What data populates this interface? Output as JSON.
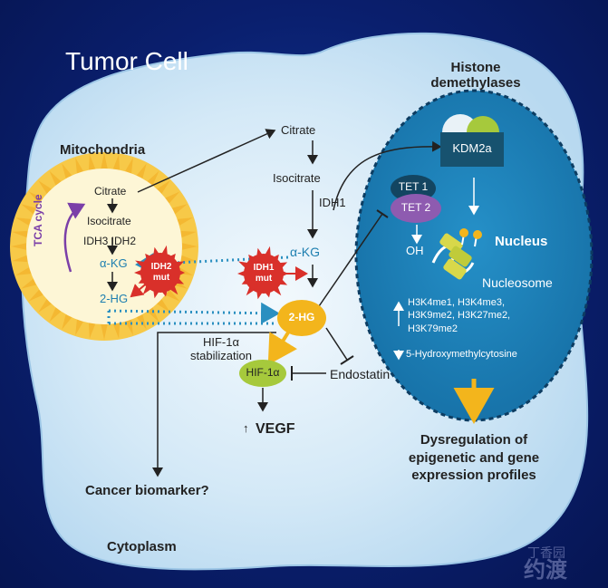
{
  "title": "Tumor Cell",
  "mitochondria": {
    "label": "Mitochondria",
    "tca_cycle": "TCA cycle",
    "citrate": "Citrate",
    "isocitrate": "Isocitrate",
    "enzymes": "IDH3 IDH2",
    "akg": "α-KG",
    "twohg": "2-HG",
    "mutant": {
      "line1": "IDH2",
      "line2": "mut"
    }
  },
  "cytoplasm": {
    "label": "Cytoplasm",
    "citrate": "Citrate",
    "isocitrate": "Isocitrate",
    "idh1": "IDH1",
    "akg": "α-KG",
    "mutant": {
      "line1": "IDH1",
      "line2": "mut"
    },
    "twohg": "2-HG",
    "hif_stab": {
      "line1": "HIF-1α",
      "line2": "stabilization"
    },
    "hif1a": "HIF-1α",
    "endostatin": "Endostatin",
    "vegf_arrow": "↑",
    "vegf": "VEGF",
    "biomarker": "Cancer biomarker?"
  },
  "nucleus": {
    "histone_title": {
      "line1": "Histone",
      "line2": "demethylases"
    },
    "kdm": "KDM2a",
    "tet1": "TET 1",
    "tet2": "TET 2",
    "oh": "OH",
    "label": "Nucleus",
    "nucleosome": "Nucleosome",
    "marks": [
      "H3K4me1, H3K4me3,",
      "H3K9me2, H3K27me2,",
      "H3K79me2"
    ],
    "hmc": "5-Hydroxymethylcytosine"
  },
  "outcome": {
    "line1": "Dysregulation of",
    "line2": "epigenetic and gene",
    "line3": "expression profiles"
  },
  "watermark": {
    "top": "丁香园",
    "bottom": "约渡"
  },
  "colors": {
    "cell": "#cfe6f7",
    "mito": "#f6d03a",
    "nucleus": "#1b7fb5",
    "mut": "#d9302a",
    "hg": "#f3b51c",
    "hif": "#a6c93c",
    "kdm": "#17526f",
    "tet": "#8e5bb0"
  }
}
